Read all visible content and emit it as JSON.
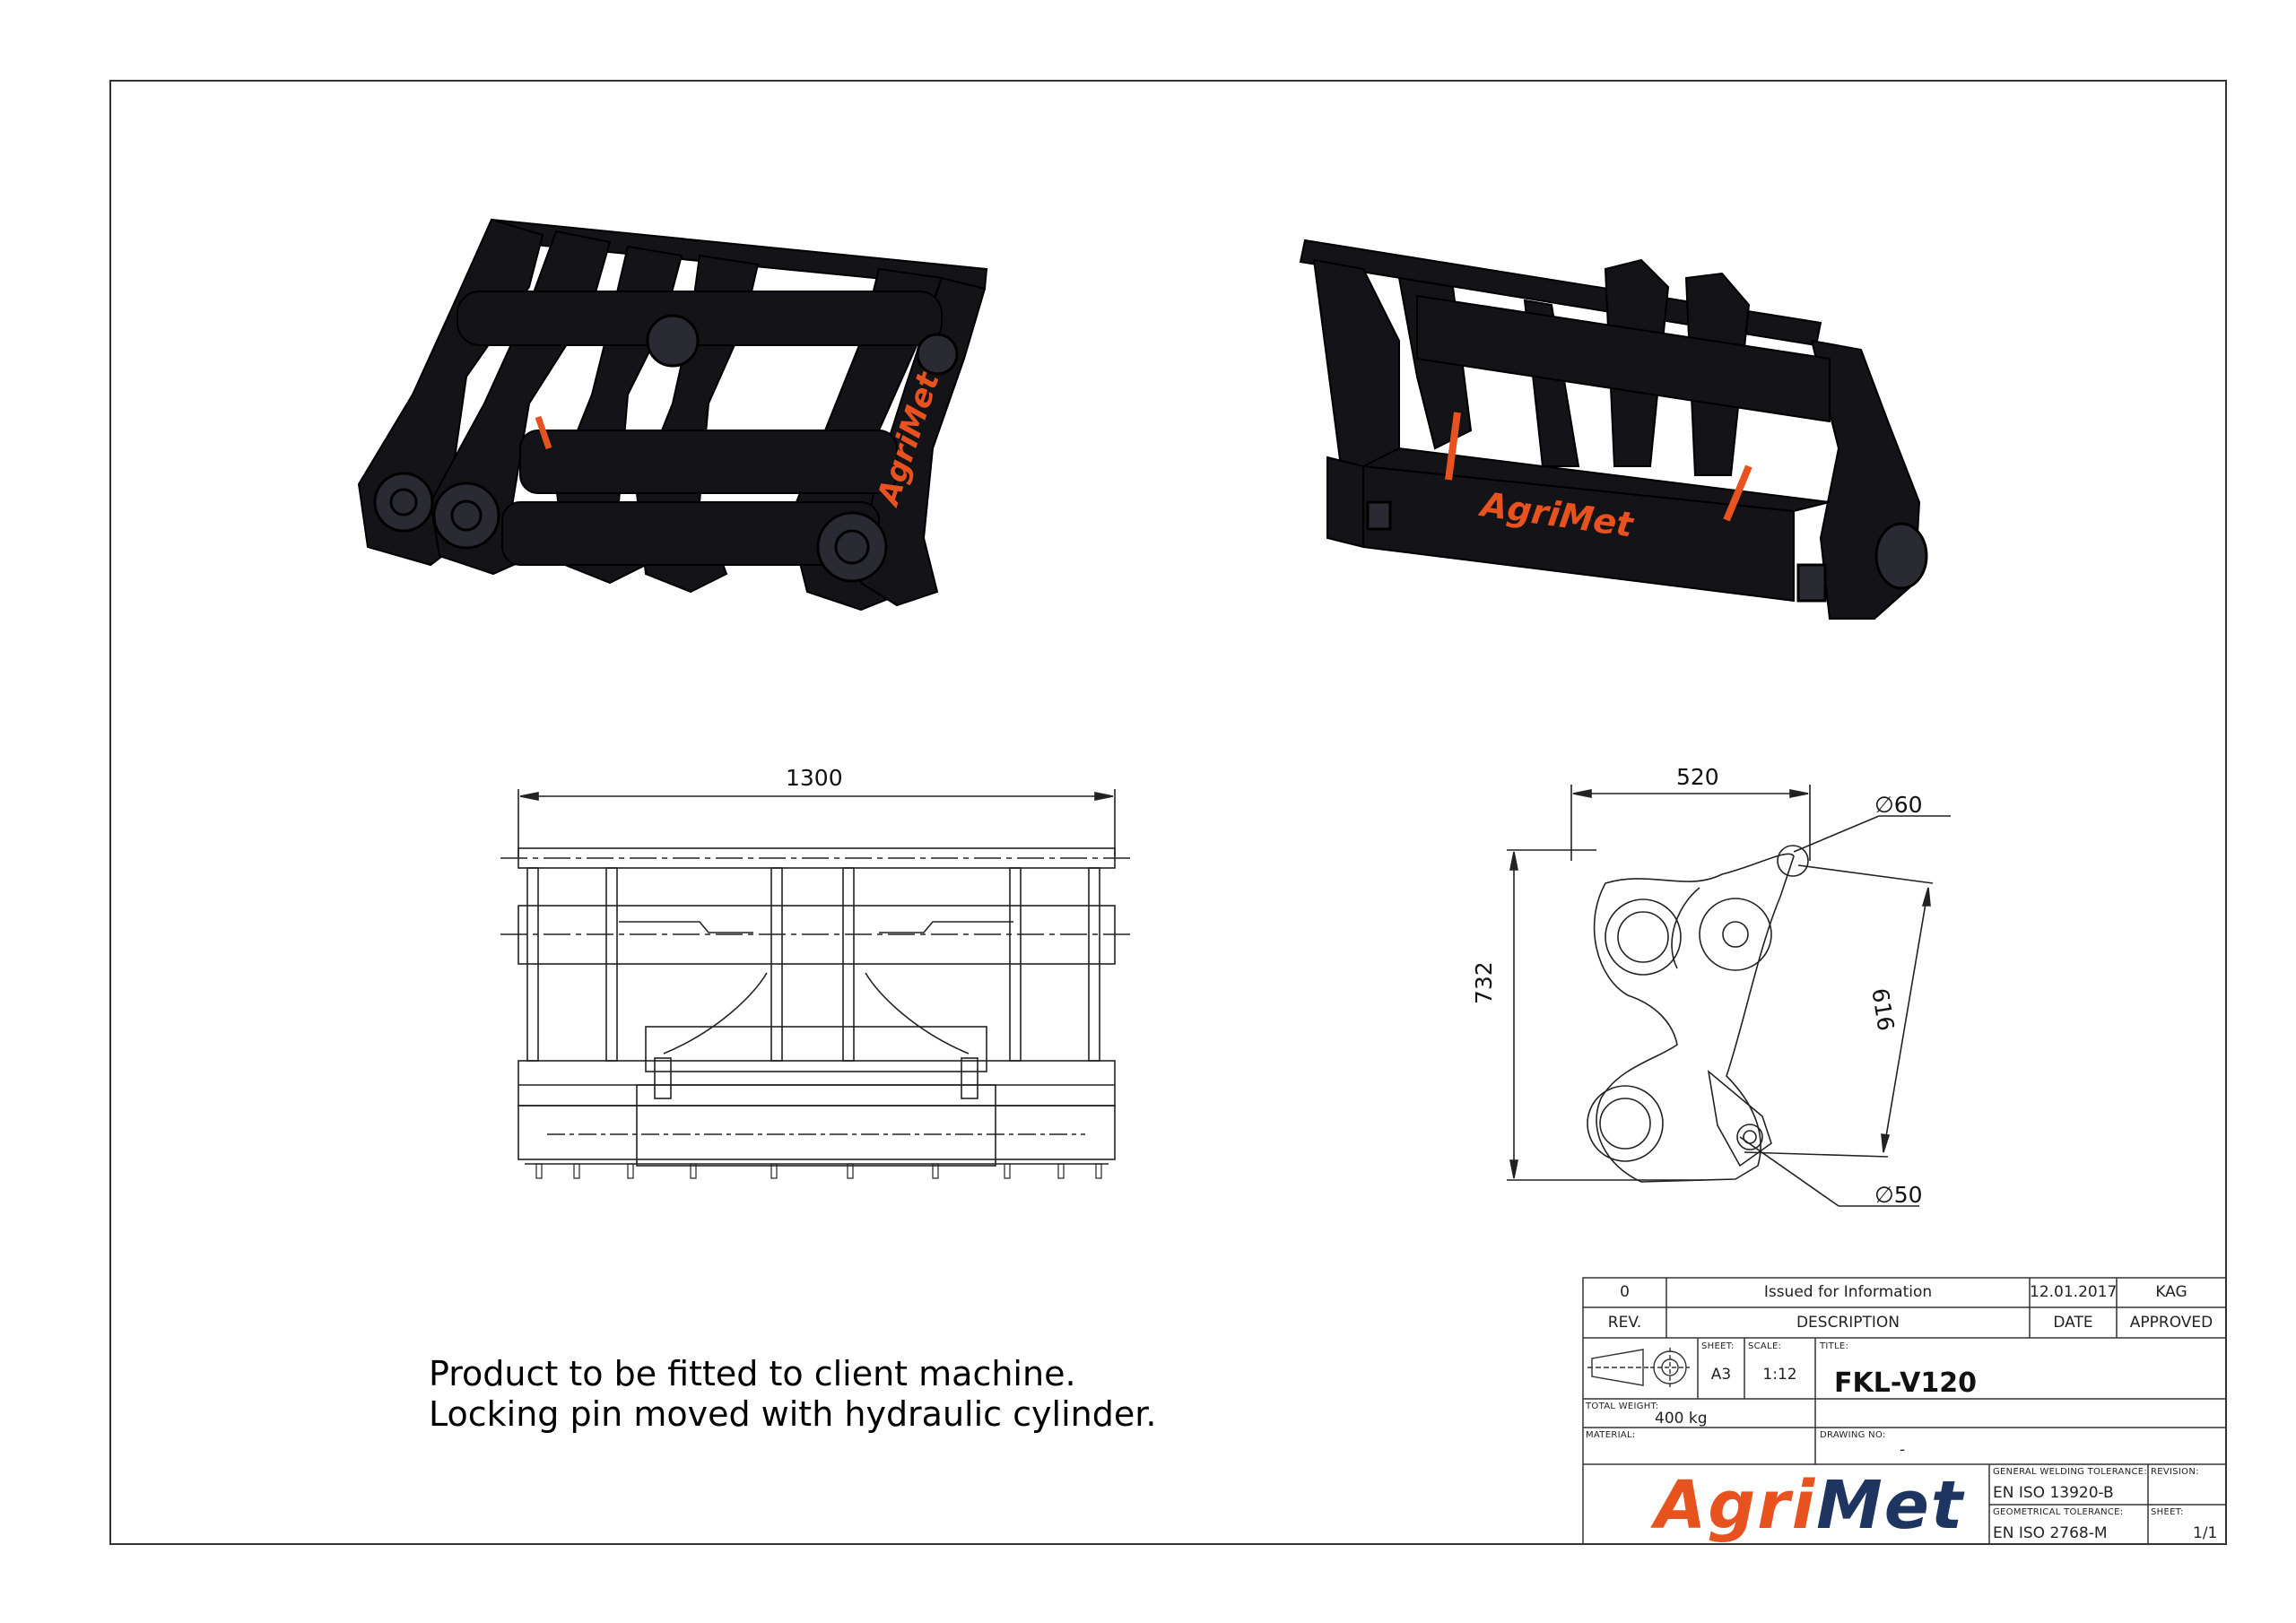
{
  "brand": {
    "name_part1": "Agri",
    "name_part2": "Met",
    "color_orange": "#e8521f",
    "color_navy": "#1f3561",
    "render_label": "AgriMet"
  },
  "dimensions": {
    "front_width": "1300",
    "side_width": "520",
    "side_height": "732",
    "pin_distance": "616",
    "top_pin_dia": "60",
    "bottom_pin_dia": "50",
    "diameter_symbol": "∅"
  },
  "notes": {
    "line1": "Product to be fitted to client machine.",
    "line2": "Locking pin moved with hydraulic cylinder."
  },
  "title_block": {
    "rev_value": "0",
    "rev_description": "Issued for Information",
    "rev_date": "12.01.2017",
    "rev_approved": "KAG",
    "rev_label": "REV.",
    "description_label": "DESCRIPTION",
    "date_label": "DATE",
    "approved_label": "APPROVED",
    "sheet_label": "SHEET:",
    "sheet_size": "A3",
    "scale_label": "SCALE:",
    "scale": "1:12",
    "title_label": "TITLE:",
    "title": "FKL-V120",
    "total_weight_label": "TOTAL WEIGHT:",
    "total_weight": "400 kg",
    "material_label": "MATERIAL:",
    "drawing_no_label": "DRAWING NO:",
    "drawing_no": "-",
    "welding_tol_label": "GENERAL WELDING TOLERANCE:",
    "welding_tol": "EN ISO 13920-B",
    "geom_tol_label": "GEOMETRICAL TOLERANCE:",
    "geom_tol": "EN ISO 2768-M",
    "revision_label": "REVISION:",
    "sheet_no_label": "SHEET:",
    "sheet_no": "1/1"
  }
}
